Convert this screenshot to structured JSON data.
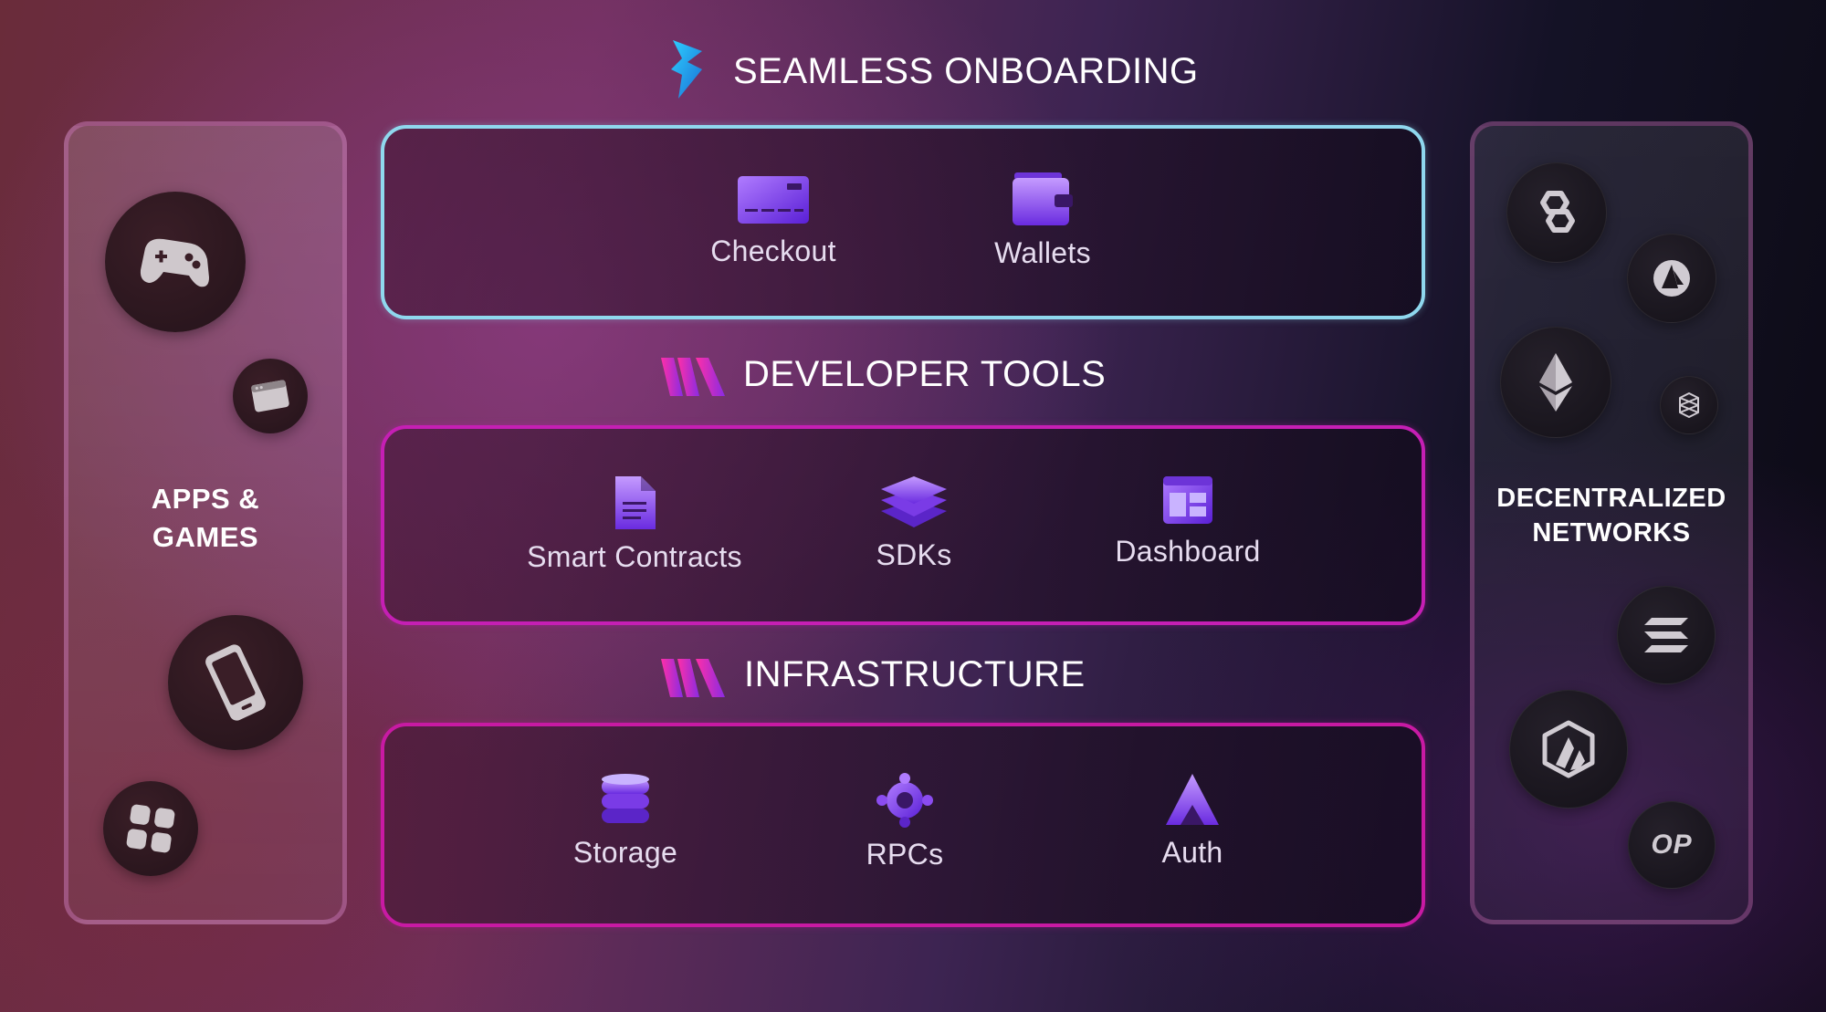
{
  "colors": {
    "onboarding_border": "#8fd8ee",
    "devtools_border": "#c51fb4",
    "infra_border": "#c81aa3",
    "icon_purple": "#8b4cf0"
  },
  "left_panel": {
    "title": "APPS &\nGAMES",
    "icons": [
      "gamepad-icon",
      "browser-window-icon",
      "mobile-phone-icon",
      "app-grid-icon"
    ]
  },
  "right_panel": {
    "title": "DECENTRALIZED\nNETWORKS",
    "icons": [
      "polygon-icon",
      "sail-icon",
      "ethereum-icon",
      "fantom-icon",
      "solana-icon",
      "arbitrum-icon",
      "optimism-icon"
    ],
    "optimism_text": "OP"
  },
  "sections": {
    "onboarding": {
      "heading": "SEAMLESS ONBOARDING",
      "items": [
        {
          "label": "Checkout",
          "icon": "credit-card-icon"
        },
        {
          "label": "Wallets",
          "icon": "wallet-icon"
        }
      ]
    },
    "devtools": {
      "heading": "DEVELOPER TOOLS",
      "items": [
        {
          "label": "Smart Contracts",
          "icon": "document-icon"
        },
        {
          "label": "SDKs",
          "icon": "layers-icon"
        },
        {
          "label": "Dashboard",
          "icon": "dashboard-icon"
        }
      ]
    },
    "infra": {
      "heading": "INFRASTRUCTURE",
      "items": [
        {
          "label": "Storage",
          "icon": "database-icon"
        },
        {
          "label": "RPCs",
          "icon": "network-node-icon"
        },
        {
          "label": "Auth",
          "icon": "triangle-icon"
        }
      ]
    }
  }
}
